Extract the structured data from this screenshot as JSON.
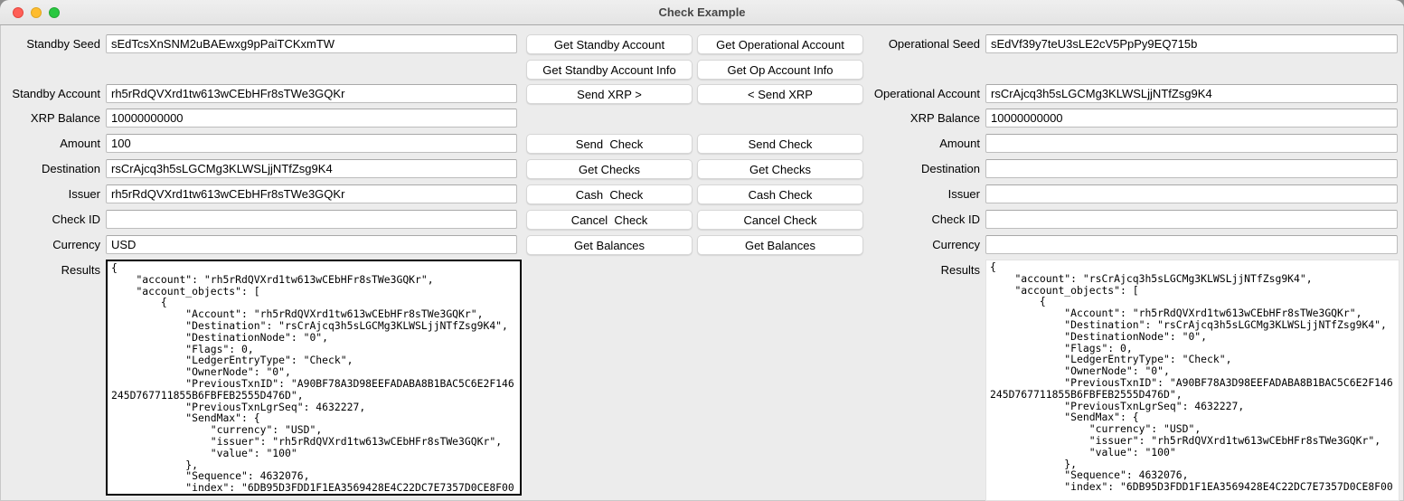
{
  "window": {
    "title": "Check Example"
  },
  "colors": {
    "window_background": "#ececec",
    "field_background": "#ffffff",
    "focused_results_border": "#000000",
    "traffic_red": "#ff5f57",
    "traffic_yellow": "#febc2e",
    "traffic_green": "#28c840"
  },
  "standby_panel": {
    "seed": {
      "label": "Standby Seed",
      "value": "sEdTcsXnSNM2uBAEwxg9pPaiTCKxmTW"
    },
    "account": {
      "label": "Standby Account",
      "value": "rh5rRdQVXrd1tw613wCEbHFr8sTWe3GQKr"
    },
    "balance": {
      "label": "XRP Balance",
      "value": "10000000000"
    },
    "amount": {
      "label": "Amount",
      "value": "100"
    },
    "destination": {
      "label": "Destination",
      "value": "rsCrAjcq3h5sLGCMg3KLWSLjjNTfZsg9K4"
    },
    "issuer": {
      "label": "Issuer",
      "value": "rh5rRdQVXrd1tw613wCEbHFr8sTWe3GQKr"
    },
    "check_id": {
      "label": "Check ID",
      "value": ""
    },
    "currency": {
      "label": "Currency",
      "value": "USD"
    },
    "results": {
      "label": "Results",
      "value": "{\n    \"account\": \"rh5rRdQVXrd1tw613wCEbHFr8sTWe3GQKr\",\n    \"account_objects\": [\n        {\n            \"Account\": \"rh5rRdQVXrd1tw613wCEbHFr8sTWe3GQKr\",\n            \"Destination\": \"rsCrAjcq3h5sLGCMg3KLWSLjjNTfZsg9K4\",\n            \"DestinationNode\": \"0\",\n            \"Flags\": 0,\n            \"LedgerEntryType\": \"Check\",\n            \"OwnerNode\": \"0\",\n            \"PreviousTxnID\": \"A90BF78A3D98EEFADABA8B1BAC5C6E2F146245D767711855B6FBFEB2555D476D\",\n            \"PreviousTxnLgrSeq\": 4632227,\n            \"SendMax\": {\n                \"currency\": \"USD\",\n                \"issuer\": \"rh5rRdQVXrd1tw613wCEbHFr8sTWe3GQKr\",\n                \"value\": \"100\"\n            },\n            \"Sequence\": 4632076,\n            \"index\": \"6DB95D3FDD1F1EA3569428E4C22DC7E7357D0CE8F00"
    }
  },
  "standby_buttons": {
    "get_account": "Get Standby Account",
    "get_account_info": "Get Standby Account Info",
    "send_xrp": "Send XRP >",
    "send_check": "Send  Check",
    "get_checks": "Get Checks",
    "cash_check": "Cash  Check",
    "cancel_check": "Cancel  Check",
    "get_balances": "Get Balances"
  },
  "operational_buttons": {
    "get_account": "Get Operational Account",
    "get_account_info": "Get Op Account Info",
    "send_xrp": "< Send XRP",
    "send_check": "Send Check",
    "get_checks": "Get Checks",
    "cash_check": "Cash Check",
    "cancel_check": "Cancel Check",
    "get_balances": "Get Balances"
  },
  "operational_panel": {
    "seed": {
      "label": "Operational Seed",
      "value": "sEdVf39y7teU3sLE2cV5PpPy9EQ715b"
    },
    "account": {
      "label": "Operational Account",
      "value": "rsCrAjcq3h5sLGCMg3KLWSLjjNTfZsg9K4"
    },
    "balance": {
      "label": "XRP Balance",
      "value": "10000000000"
    },
    "amount": {
      "label": "Amount",
      "value": ""
    },
    "destination": {
      "label": "Destination",
      "value": ""
    },
    "issuer": {
      "label": "Issuer",
      "value": ""
    },
    "check_id": {
      "label": "Check ID",
      "value": ""
    },
    "currency": {
      "label": "Currency",
      "value": ""
    },
    "results": {
      "label": "Results",
      "value": "{\n    \"account\": \"rsCrAjcq3h5sLGCMg3KLWSLjjNTfZsg9K4\",\n    \"account_objects\": [\n        {\n            \"Account\": \"rh5rRdQVXrd1tw613wCEbHFr8sTWe3GQKr\",\n            \"Destination\": \"rsCrAjcq3h5sLGCMg3KLWSLjjNTfZsg9K4\",\n            \"DestinationNode\": \"0\",\n            \"Flags\": 0,\n            \"LedgerEntryType\": \"Check\",\n            \"OwnerNode\": \"0\",\n            \"PreviousTxnID\": \"A90BF78A3D98EEFADABA8B1BAC5C6E2F146245D767711855B6FBFEB2555D476D\",\n            \"PreviousTxnLgrSeq\": 4632227,\n            \"SendMax\": {\n                \"currency\": \"USD\",\n                \"issuer\": \"rh5rRdQVXrd1tw613wCEbHFr8sTWe3GQKr\",\n                \"value\": \"100\"\n            },\n            \"Sequence\": 4632076,\n            \"index\": \"6DB95D3FDD1F1EA3569428E4C22DC7E7357D0CE8F00"
    }
  }
}
